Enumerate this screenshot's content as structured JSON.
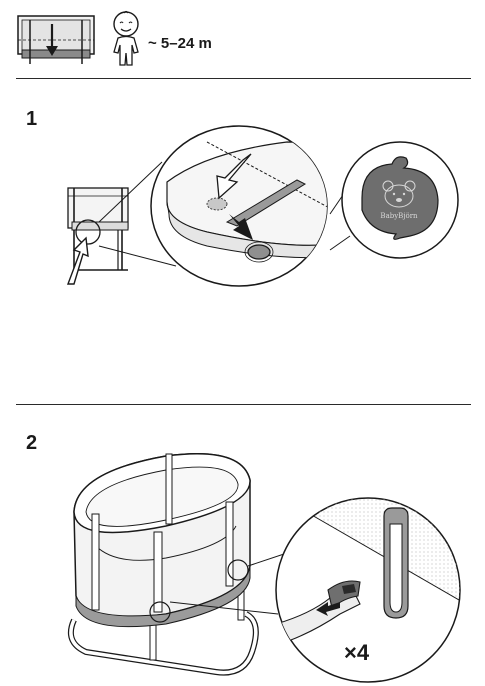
{
  "header": {
    "age_range": "~ 5–24 m"
  },
  "steps": [
    {
      "number": "1"
    },
    {
      "number": "2"
    }
  ],
  "step2": {
    "repeat_label": "×4"
  },
  "brand_logo_text": "BabyBjörn",
  "colors": {
    "ink": "#1a1a1a",
    "logo_fill": "#6e6e6e",
    "mesh_grey": "#cfcfcf",
    "arrow_grey": "#555555"
  }
}
